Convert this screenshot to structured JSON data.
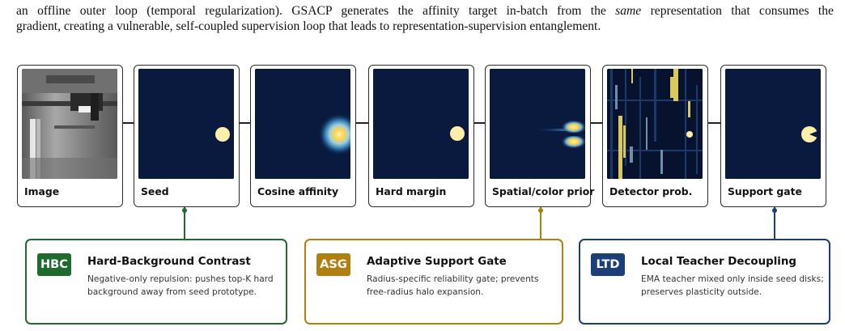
{
  "intro": {
    "line1_a": "an offline outer loop (temporal regularization). GSACP generates the affinity target in-batch from the ",
    "line1_em": "same",
    "line1_b": " representation that consumes the",
    "line2": "gradient, creating a vulnerable, self-coupled supervision loop that leads to representation-supervision entanglement."
  },
  "panels": [
    {
      "label": "Image"
    },
    {
      "label": "Seed"
    },
    {
      "label": "Cosine affinity"
    },
    {
      "label": "Hard margin"
    },
    {
      "label": "Spatial/color prior"
    },
    {
      "label": "Detector prob."
    },
    {
      "label": "Support gate"
    }
  ],
  "cards": [
    {
      "badge": "HBC",
      "title": "Hard-Background Contrast",
      "desc1": "Negative-only repulsion: pushes top-K hard",
      "desc2": "background away from seed prototype.",
      "color": "#1f6b2e"
    },
    {
      "badge": "ASG",
      "title": "Adaptive Support Gate",
      "desc1": "Radius-specific reliability gate; prevents",
      "desc2": "free-radius halo expansion.",
      "color": "#b07f10"
    },
    {
      "badge": "LTD",
      "title": "Local Teacher Decoupling",
      "desc1": "EMA teacher mixed only inside seed disks;",
      "desc2": "preserves plasticity outside.",
      "color": "#1d3f78"
    }
  ],
  "colors": {
    "dark_bg": "#091a3e",
    "seed": "#fdeeaa"
  }
}
